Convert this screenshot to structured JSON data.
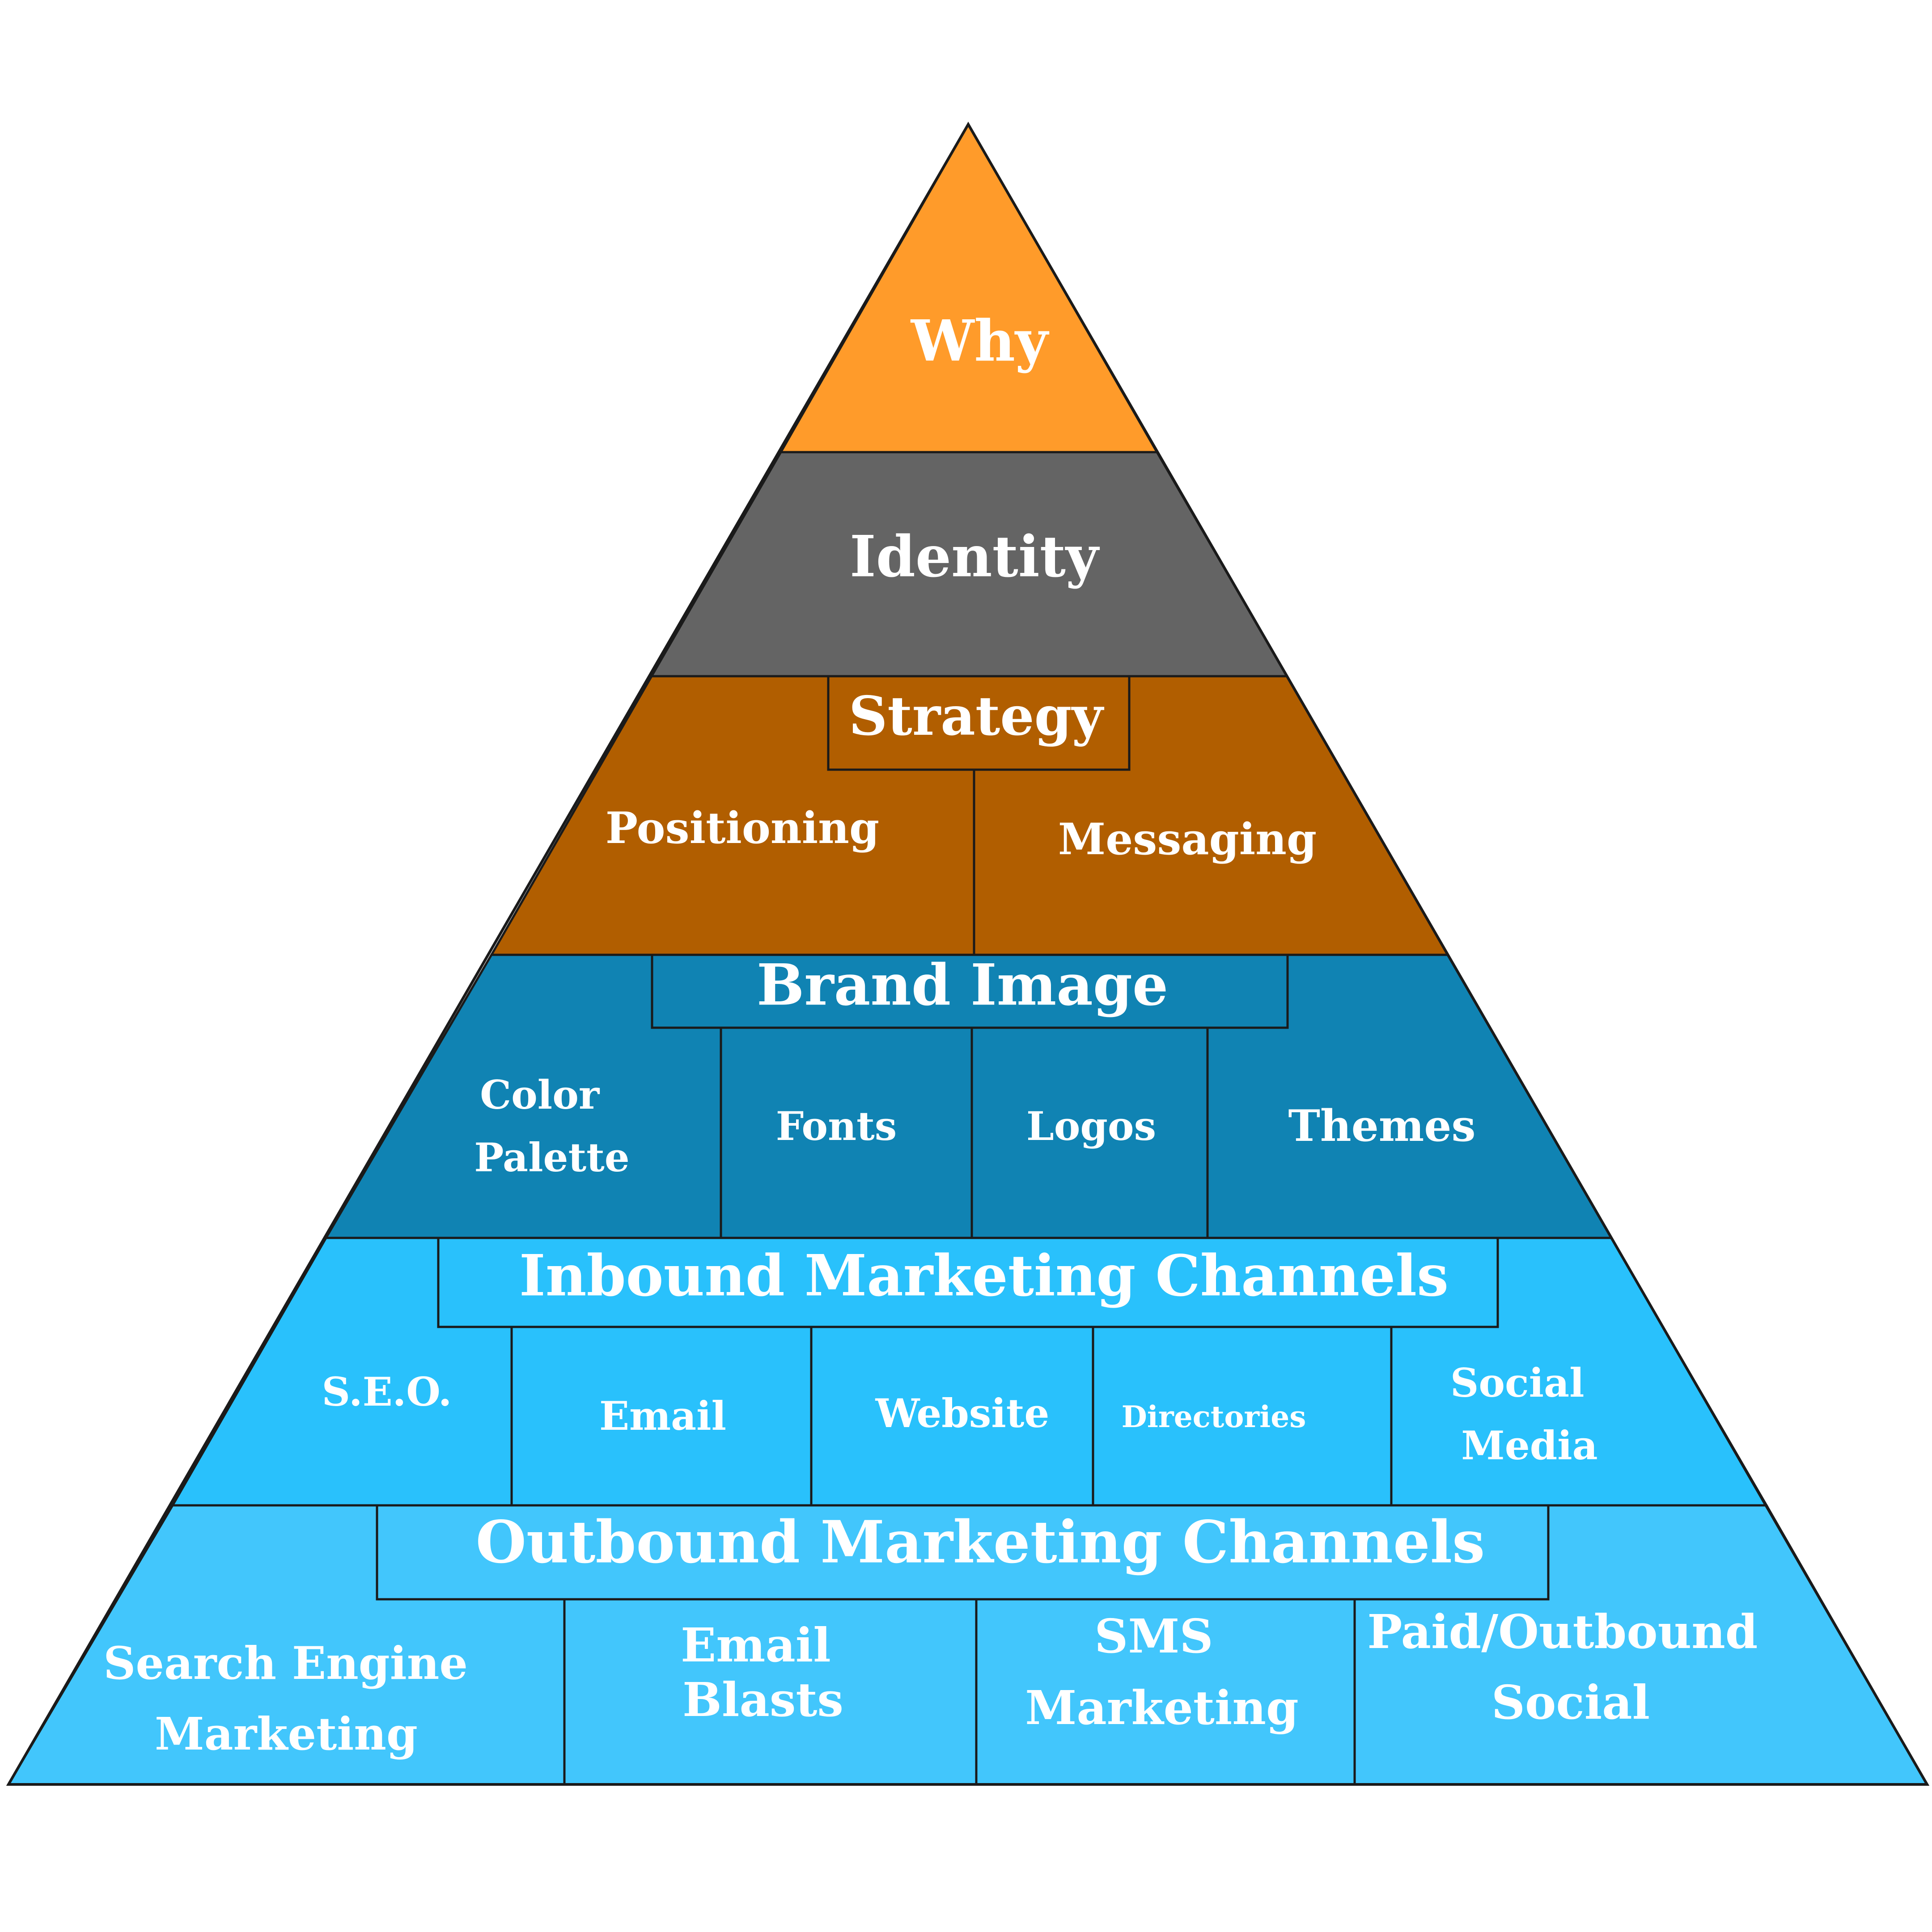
{
  "colors": {
    "why": "#FF9B2A",
    "identity": "#646464",
    "strategy": "#B15E00",
    "brand_image": "#1083B3",
    "inbound": "#29C1FC",
    "outbound": "#42C6FC",
    "text": "#FFFFFF",
    "line": "#1A1A1A"
  },
  "tiers": {
    "why": {
      "title": "Why"
    },
    "identity": {
      "title": "Identity"
    },
    "strategy": {
      "title": "Strategy",
      "items": [
        "Positioning",
        "Messaging"
      ]
    },
    "brand_image": {
      "title": "Brand Image",
      "items": [
        [
          "Color",
          "Palette"
        ],
        [
          "Fonts"
        ],
        [
          "Logos"
        ],
        [
          "Themes"
        ]
      ]
    },
    "inbound": {
      "title": "Inbound Marketing Channels",
      "items": [
        [
          "S.E.O."
        ],
        [
          "Email"
        ],
        [
          "Website"
        ],
        [
          "Directories"
        ],
        [
          "Social",
          "Media"
        ]
      ]
    },
    "outbound": {
      "title": "Outbound Marketing Channels",
      "items": [
        [
          "Search Engine",
          "Marketing"
        ],
        [
          "Email",
          "Blasts"
        ],
        [
          "SMS",
          "Marketing"
        ],
        [
          "Paid/Outbound",
          "Social"
        ]
      ]
    }
  }
}
